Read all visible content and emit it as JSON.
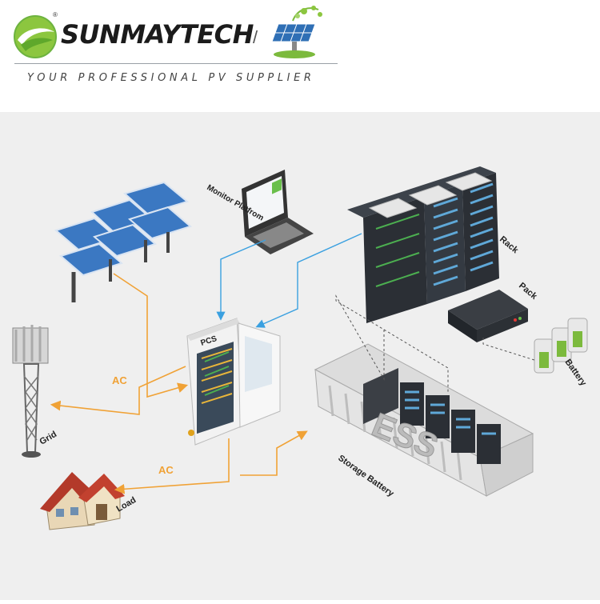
{
  "brand": {
    "registered_mark": "®",
    "name": "SUNMAYTECH",
    "separator": "/",
    "tagline": "YOUR PROFESSIONAL PV SUPPLIER"
  },
  "diagram": {
    "labels": {
      "monitor": "Monitor Platfrom",
      "pcs": "PCS",
      "rack": "Rack",
      "pack": "Pack",
      "battery": "Battery",
      "ess": "ESS",
      "storage": "Storage Battery",
      "grid": "Grid",
      "load": "Load",
      "ac1": "AC",
      "ac2": "AC"
    },
    "colors": {
      "ac_line": "#f0a236",
      "data_line": "#3aa0e0",
      "dashed": "#555555",
      "background": "#efefef"
    }
  }
}
